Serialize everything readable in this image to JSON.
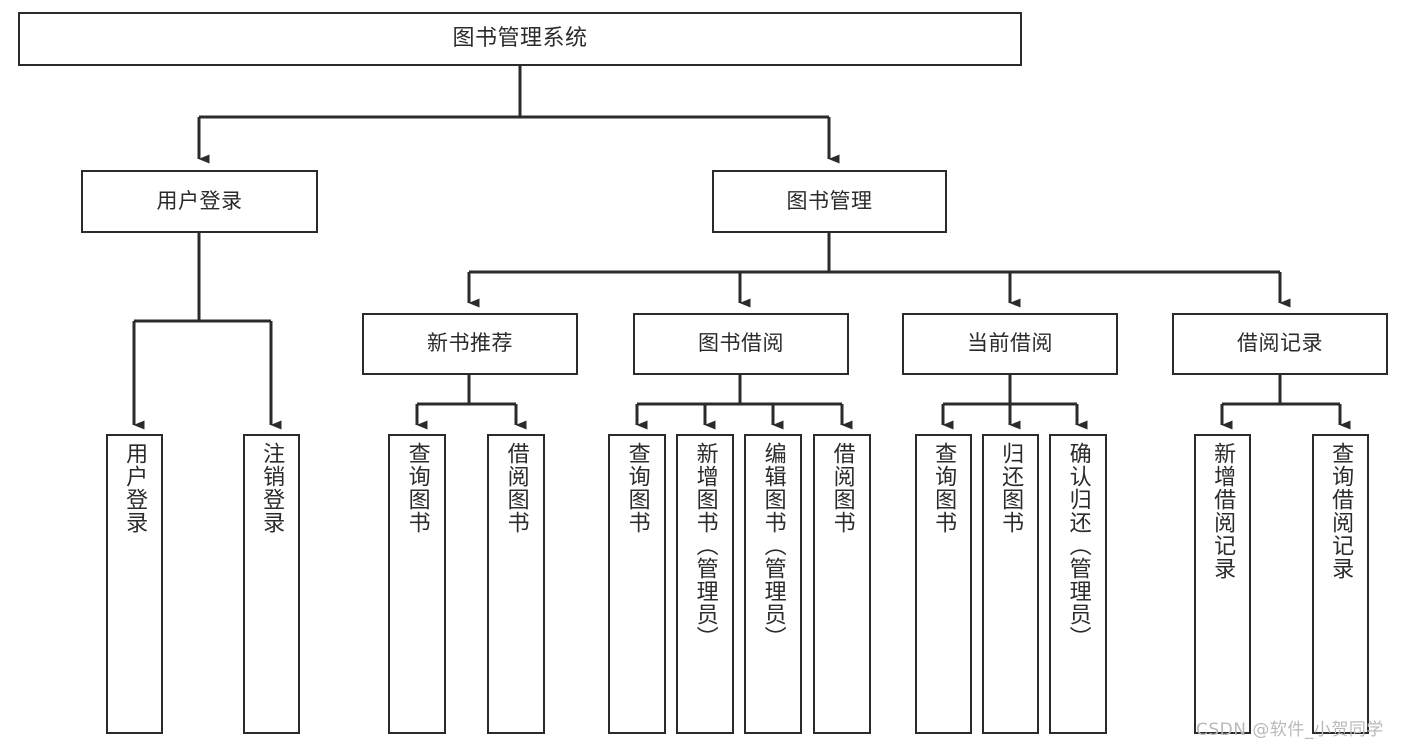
{
  "diagram": {
    "title": "图书管理系统",
    "type": "tree-hierarchy",
    "watermark": "CSDN @软件_小贺同学",
    "colors": {
      "stroke": "#2b2b2b",
      "fill": "#ffffff",
      "background": "#ffffff",
      "watermark": "#b9b9b9"
    },
    "levels": {
      "root": {
        "label": "图书管理系统"
      },
      "level2": [
        {
          "label": "用户登录"
        },
        {
          "label": "图书管理"
        }
      ],
      "level3": [
        {
          "label": "新书推荐"
        },
        {
          "label": "图书借阅"
        },
        {
          "label": "当前借阅"
        },
        {
          "label": "借阅记录"
        }
      ]
    },
    "nodes": {
      "root": "图书管理系统",
      "user_login": "用户登录",
      "book_manage": "图书管理",
      "new_book_rec": "新书推荐",
      "book_borrow": "图书借阅",
      "current_borrow": "当前借阅",
      "borrow_record": "借阅记录",
      "leaf_user_login": "用户登录",
      "leaf_logout": "注销登录",
      "leaf_query_book_1": "查询图书",
      "leaf_borrow_book_1": "借阅图书",
      "leaf_query_book_2": "查询图书",
      "leaf_add_book_admin": "新增图书（管理员）",
      "leaf_edit_book_admin": "编辑图书（管理员）",
      "leaf_borrow_book_2": "借阅图书",
      "leaf_query_book_3": "查询图书",
      "leaf_return_book": "归还图书",
      "leaf_confirm_return_admin": "确认归还（管理员）",
      "leaf_add_record": "新增借阅记录",
      "leaf_query_record": "查询借阅记录"
    },
    "edges": [
      {
        "from": "root",
        "to": "user_login"
      },
      {
        "from": "root",
        "to": "book_manage"
      },
      {
        "from": "user_login",
        "to": "leaf_user_login"
      },
      {
        "from": "user_login",
        "to": "leaf_logout"
      },
      {
        "from": "book_manage",
        "to": "new_book_rec"
      },
      {
        "from": "book_manage",
        "to": "book_borrow"
      },
      {
        "from": "book_manage",
        "to": "current_borrow"
      },
      {
        "from": "book_manage",
        "to": "borrow_record"
      },
      {
        "from": "new_book_rec",
        "to": "leaf_query_book_1"
      },
      {
        "from": "new_book_rec",
        "to": "leaf_borrow_book_1"
      },
      {
        "from": "book_borrow",
        "to": "leaf_query_book_2"
      },
      {
        "from": "book_borrow",
        "to": "leaf_add_book_admin"
      },
      {
        "from": "book_borrow",
        "to": "leaf_edit_book_admin"
      },
      {
        "from": "book_borrow",
        "to": "leaf_borrow_book_2"
      },
      {
        "from": "current_borrow",
        "to": "leaf_query_book_3"
      },
      {
        "from": "current_borrow",
        "to": "leaf_return_book"
      },
      {
        "from": "current_borrow",
        "to": "leaf_confirm_return_admin"
      },
      {
        "from": "borrow_record",
        "to": "leaf_add_record"
      },
      {
        "from": "borrow_record",
        "to": "leaf_query_record"
      }
    ]
  }
}
